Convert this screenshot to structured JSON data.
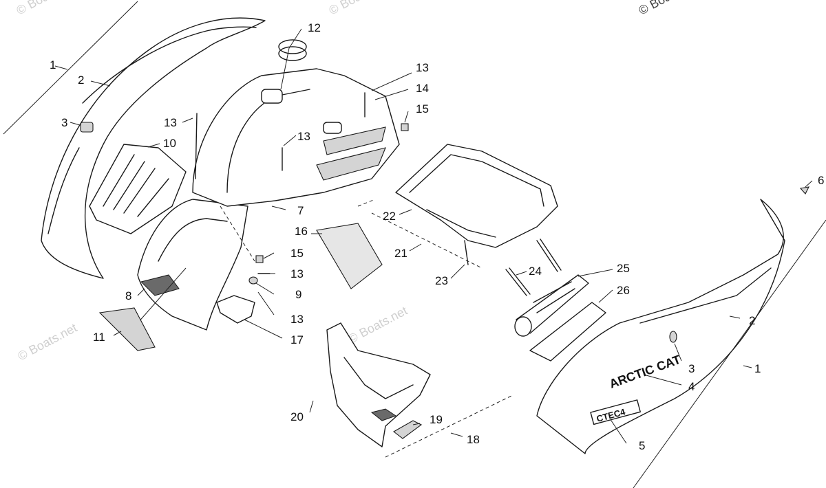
{
  "watermark": {
    "text": "© Boats.net"
  },
  "decals": {
    "brand": "ARCTIC CAT",
    "model": "CTEC4"
  },
  "callouts": [
    {
      "id": "c1a",
      "label": "1"
    },
    {
      "id": "c2a",
      "label": "2"
    },
    {
      "id": "c3a",
      "label": "3"
    },
    {
      "id": "c10",
      "label": "10"
    },
    {
      "id": "c13a",
      "label": "13"
    },
    {
      "id": "c12",
      "label": "12"
    },
    {
      "id": "c13b",
      "label": "13"
    },
    {
      "id": "c14",
      "label": "14"
    },
    {
      "id": "c15a",
      "label": "15"
    },
    {
      "id": "c13c",
      "label": "13"
    },
    {
      "id": "c7",
      "label": "7"
    },
    {
      "id": "c22",
      "label": "22"
    },
    {
      "id": "c16",
      "label": "16"
    },
    {
      "id": "c21",
      "label": "21"
    },
    {
      "id": "c15b",
      "label": "15"
    },
    {
      "id": "c13d",
      "label": "13"
    },
    {
      "id": "c8",
      "label": "8"
    },
    {
      "id": "c9",
      "label": "9"
    },
    {
      "id": "c13e",
      "label": "13"
    },
    {
      "id": "c17",
      "label": "17"
    },
    {
      "id": "c11",
      "label": "11"
    },
    {
      "id": "c23",
      "label": "23"
    },
    {
      "id": "c24",
      "label": "24"
    },
    {
      "id": "c25",
      "label": "25"
    },
    {
      "id": "c26",
      "label": "26"
    },
    {
      "id": "c6",
      "label": "6"
    },
    {
      "id": "c2b",
      "label": "2"
    },
    {
      "id": "c1b",
      "label": "1"
    },
    {
      "id": "c3b",
      "label": "3"
    },
    {
      "id": "c4",
      "label": "4"
    },
    {
      "id": "c5",
      "label": "5"
    },
    {
      "id": "c20",
      "label": "20"
    },
    {
      "id": "c19",
      "label": "19"
    },
    {
      "id": "c18",
      "label": "18"
    }
  ]
}
